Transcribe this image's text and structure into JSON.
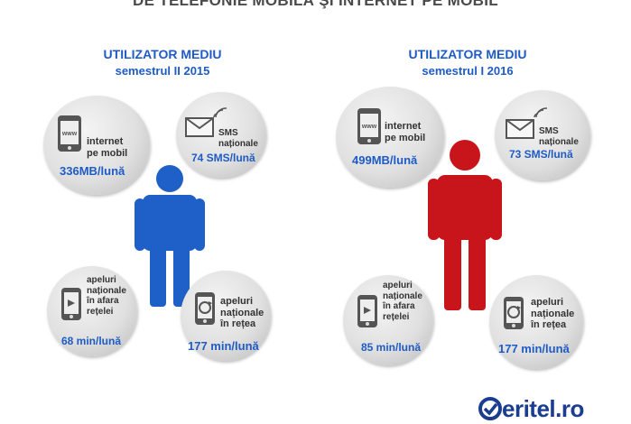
{
  "header": {
    "title": "DE TELEFONIE MOBILĂ ŞI INTERNET PE MOBIL"
  },
  "colors": {
    "blue": "#1e5bc6",
    "red": "#c8151c",
    "bubble": "#e0e0e0"
  },
  "groups": [
    {
      "title": "UTILIZATOR MEDIU",
      "period": "semestrul II 2015",
      "person_color": "#1f5fc8",
      "internet": {
        "label": "internet\npe mobil",
        "value": "336MB/lună",
        "icon": "phone-www-icon"
      },
      "sms": {
        "label": "SMS\nnaționale",
        "value": "74 SMS/lună",
        "icon": "envelope-icon"
      },
      "calls_off": {
        "label": "apeluri\nnaționale\nîn afara\nrețelei",
        "value": "68 min/lună",
        "icon": "phone-arrow-icon"
      },
      "calls_on": {
        "label": "apeluri\nnaționale\nîn rețea",
        "value": "177 min/lună",
        "icon": "phone-refresh-icon"
      }
    },
    {
      "title": "UTILIZATOR MEDIU",
      "period": "semestrul I 2016",
      "person_color": "#c8151c",
      "internet": {
        "label": "internet\npe mobil",
        "value": "499MB/lună",
        "icon": "phone-www-icon"
      },
      "sms": {
        "label": "SMS\nnaționale",
        "value": "73 SMS/lună",
        "icon": "envelope-icon"
      },
      "calls_off": {
        "label": "apeluri\nnaționale\nîn afara\nrețelei",
        "value": "85 min/lună",
        "icon": "phone-arrow-icon"
      },
      "calls_on": {
        "label": "apeluri\nnaționale\nîn rețea",
        "value": "177 min/lună",
        "icon": "phone-refresh-icon"
      }
    }
  ],
  "logo": {
    "text": "eritel.ro"
  }
}
